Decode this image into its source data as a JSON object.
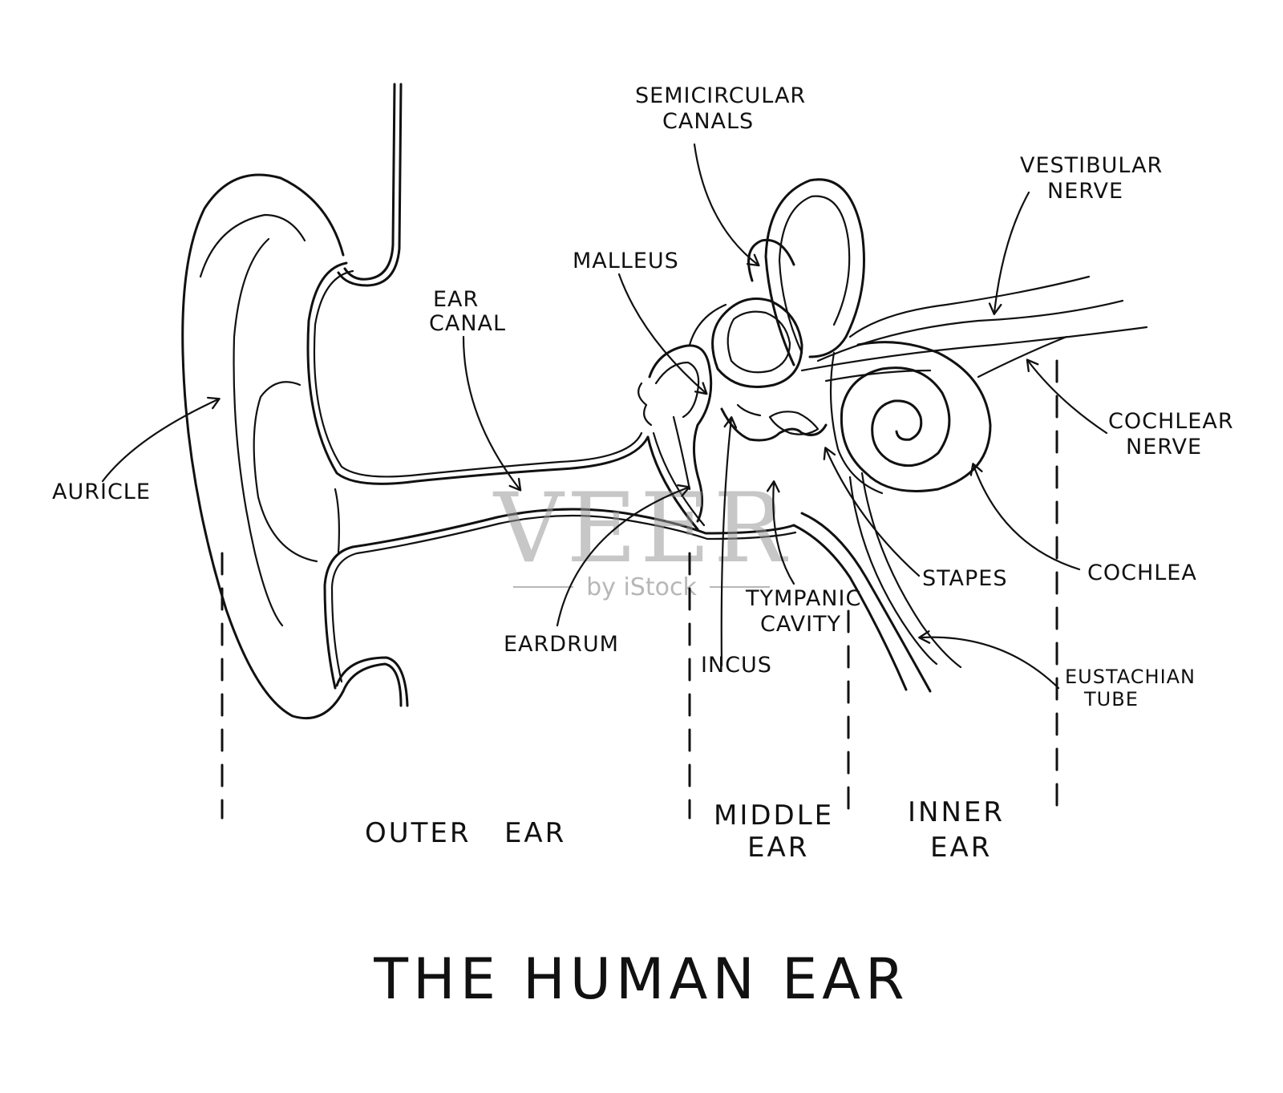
{
  "title": "THE HUMAN EAR",
  "labels": {
    "auricle": "AURICLE",
    "ear_canal": [
      "EAR",
      "CANAL"
    ],
    "malleus": "MALLEUS",
    "semicircular_canals": [
      "SEMICIRCULAR",
      "CANALS"
    ],
    "vestibular_nerve": [
      "VESTIBULAR",
      "NERVE"
    ],
    "cochlear_nerve": [
      "COCHLEAR",
      "NERVE"
    ],
    "cochlea": "COCHLEA",
    "stapes": "STAPES",
    "eustachian_tube": [
      "EUSTACHIAN",
      "TUBE"
    ],
    "tympanic_cavity": [
      "TYMPANIC",
      "CAVITY"
    ],
    "incus": "INCUS",
    "eardrum": "EARDRUM"
  },
  "sections": {
    "outer_ear": "OUTER   EAR",
    "middle_ear": [
      "MIDDLE",
      "EAR"
    ],
    "inner_ear": [
      "INNER",
      "EAR"
    ]
  },
  "watermark": {
    "brand": "VEER",
    "sub": "by iStock"
  },
  "colors": {
    "ink": "#111111",
    "background": "#ffffff",
    "watermark": "#9a9a9a"
  }
}
